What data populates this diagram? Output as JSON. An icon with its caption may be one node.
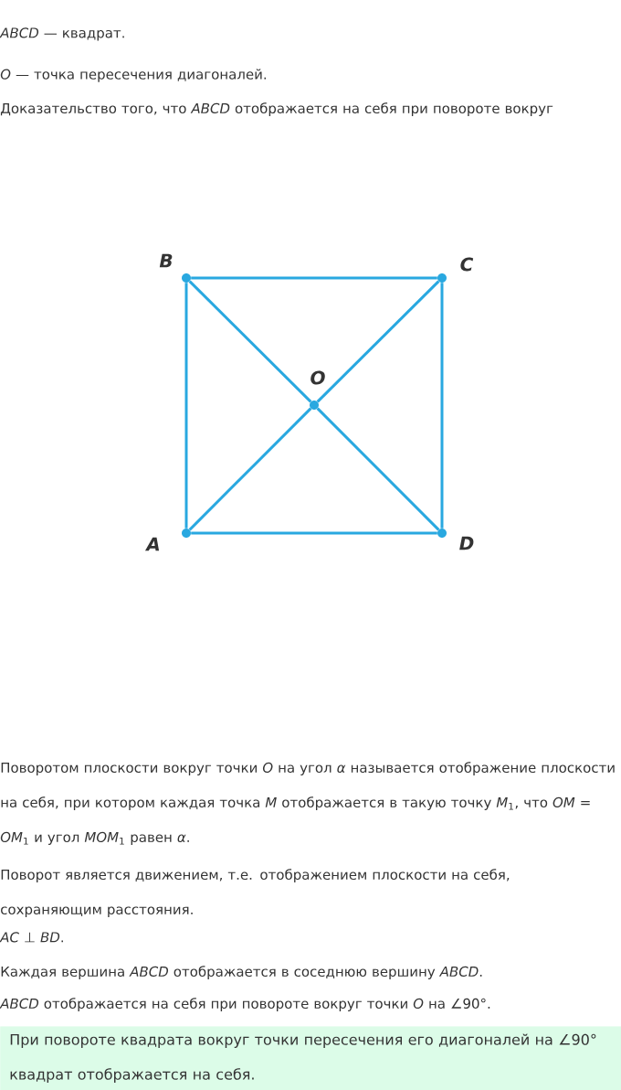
{
  "diagram": {
    "nodes": [
      {
        "text": [
          "B"
        ]
      },
      {
        "text": [
          "C"
        ]
      },
      {
        "text": [
          "O"
        ]
      },
      {
        "text": [
          "A"
        ]
      },
      {
        "text": [
          "D"
        ]
      },
      {
        "text": [
          "При повороте квадрата вокруг точки пересечения его диагоналей на ∠90° квадрат отображается на себя."
        ]
      }
    ],
    "edges": [
      {
        "from": 3,
        "to": 0,
        "arrow": "none"
      },
      {
        "from": 0,
        "to": 1,
        "arrow": "none"
      },
      {
        "from": 1,
        "to": 4,
        "arrow": "none"
      },
      {
        "from": 4,
        "to": 3,
        "arrow": "none"
      },
      {
        "from": 0,
        "to": 2,
        "arrow": "none"
      },
      {
        "from": 2,
        "to": 4,
        "arrow": "none"
      },
      {
        "from": 3,
        "to": 2,
        "arrow": "none"
      },
      {
        "from": 2,
        "to": 1,
        "arrow": "none"
      }
    ],
    "labels": [
      "*ABCD* — квадрат.",
      "*O* — точка пересечения диагоналей.",
      "Доказательство того, что *ABCD* отображается на себя при повороте вокруг",
      "Поворотом плоскости вокруг точки *O* на угол *α* называется отображение плоскости на себя, при котором каждая точка *M* отображается в такую точку *M*$_{1}$, что *OM* = *OM*$_{1}$ и угол *MOM*$_{1}$ равен *α*.",
      "Поворот является движением, т.е. отображением плоскости на себя, сохраняющим расстояния.",
      "*AC* ⊥ *BD*.",
      "Каждая вершина *ABCD* отображается в соседнюю вершину *ABCD*.",
      "*ABCD* отображается на себя при повороте вокруг точки *O* на ∠90°."
    ]
  }
}
